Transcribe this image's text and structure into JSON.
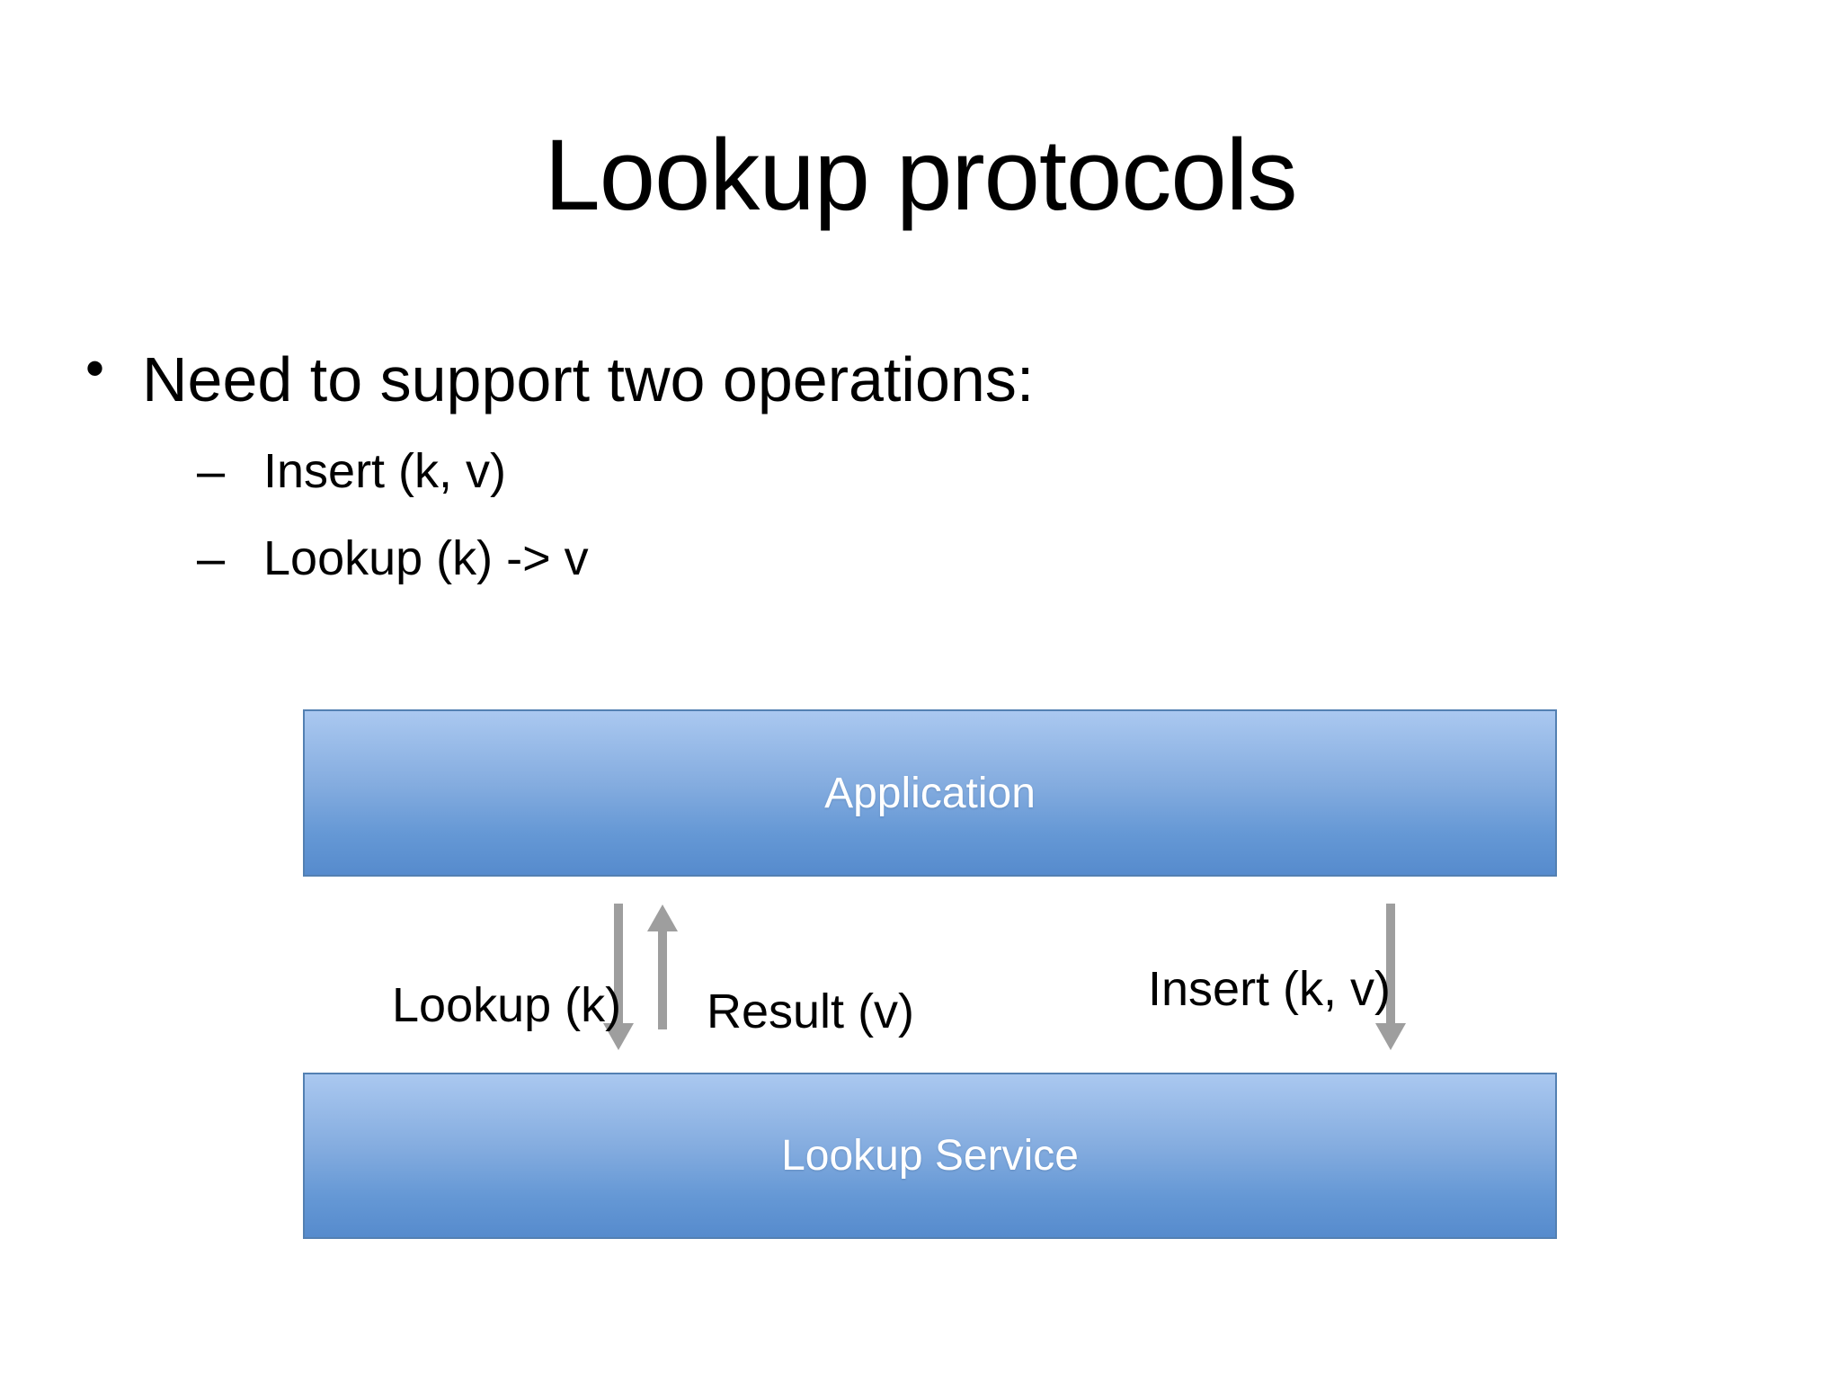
{
  "slide": {
    "title": "Lookup protocols",
    "bullet_marker": "•",
    "bullet_text": "Need to support two operations:",
    "sub_bullet_marker": "–",
    "sub_bullets": [
      "Insert (k, v)",
      "Lookup (k) -> v"
    ]
  },
  "diagram": {
    "application_label": "Application",
    "service_label": "Lookup Service",
    "arrow_labels": {
      "lookup": "Lookup (k)",
      "result": "Result (v)",
      "insert": "Insert (k, v)"
    },
    "colors": {
      "box_gradient_top": "#aac8f0",
      "box_gradient_bottom": "#568bcd",
      "box_border": "#5380b2",
      "arrow_gray": "#9e9e9e"
    }
  }
}
